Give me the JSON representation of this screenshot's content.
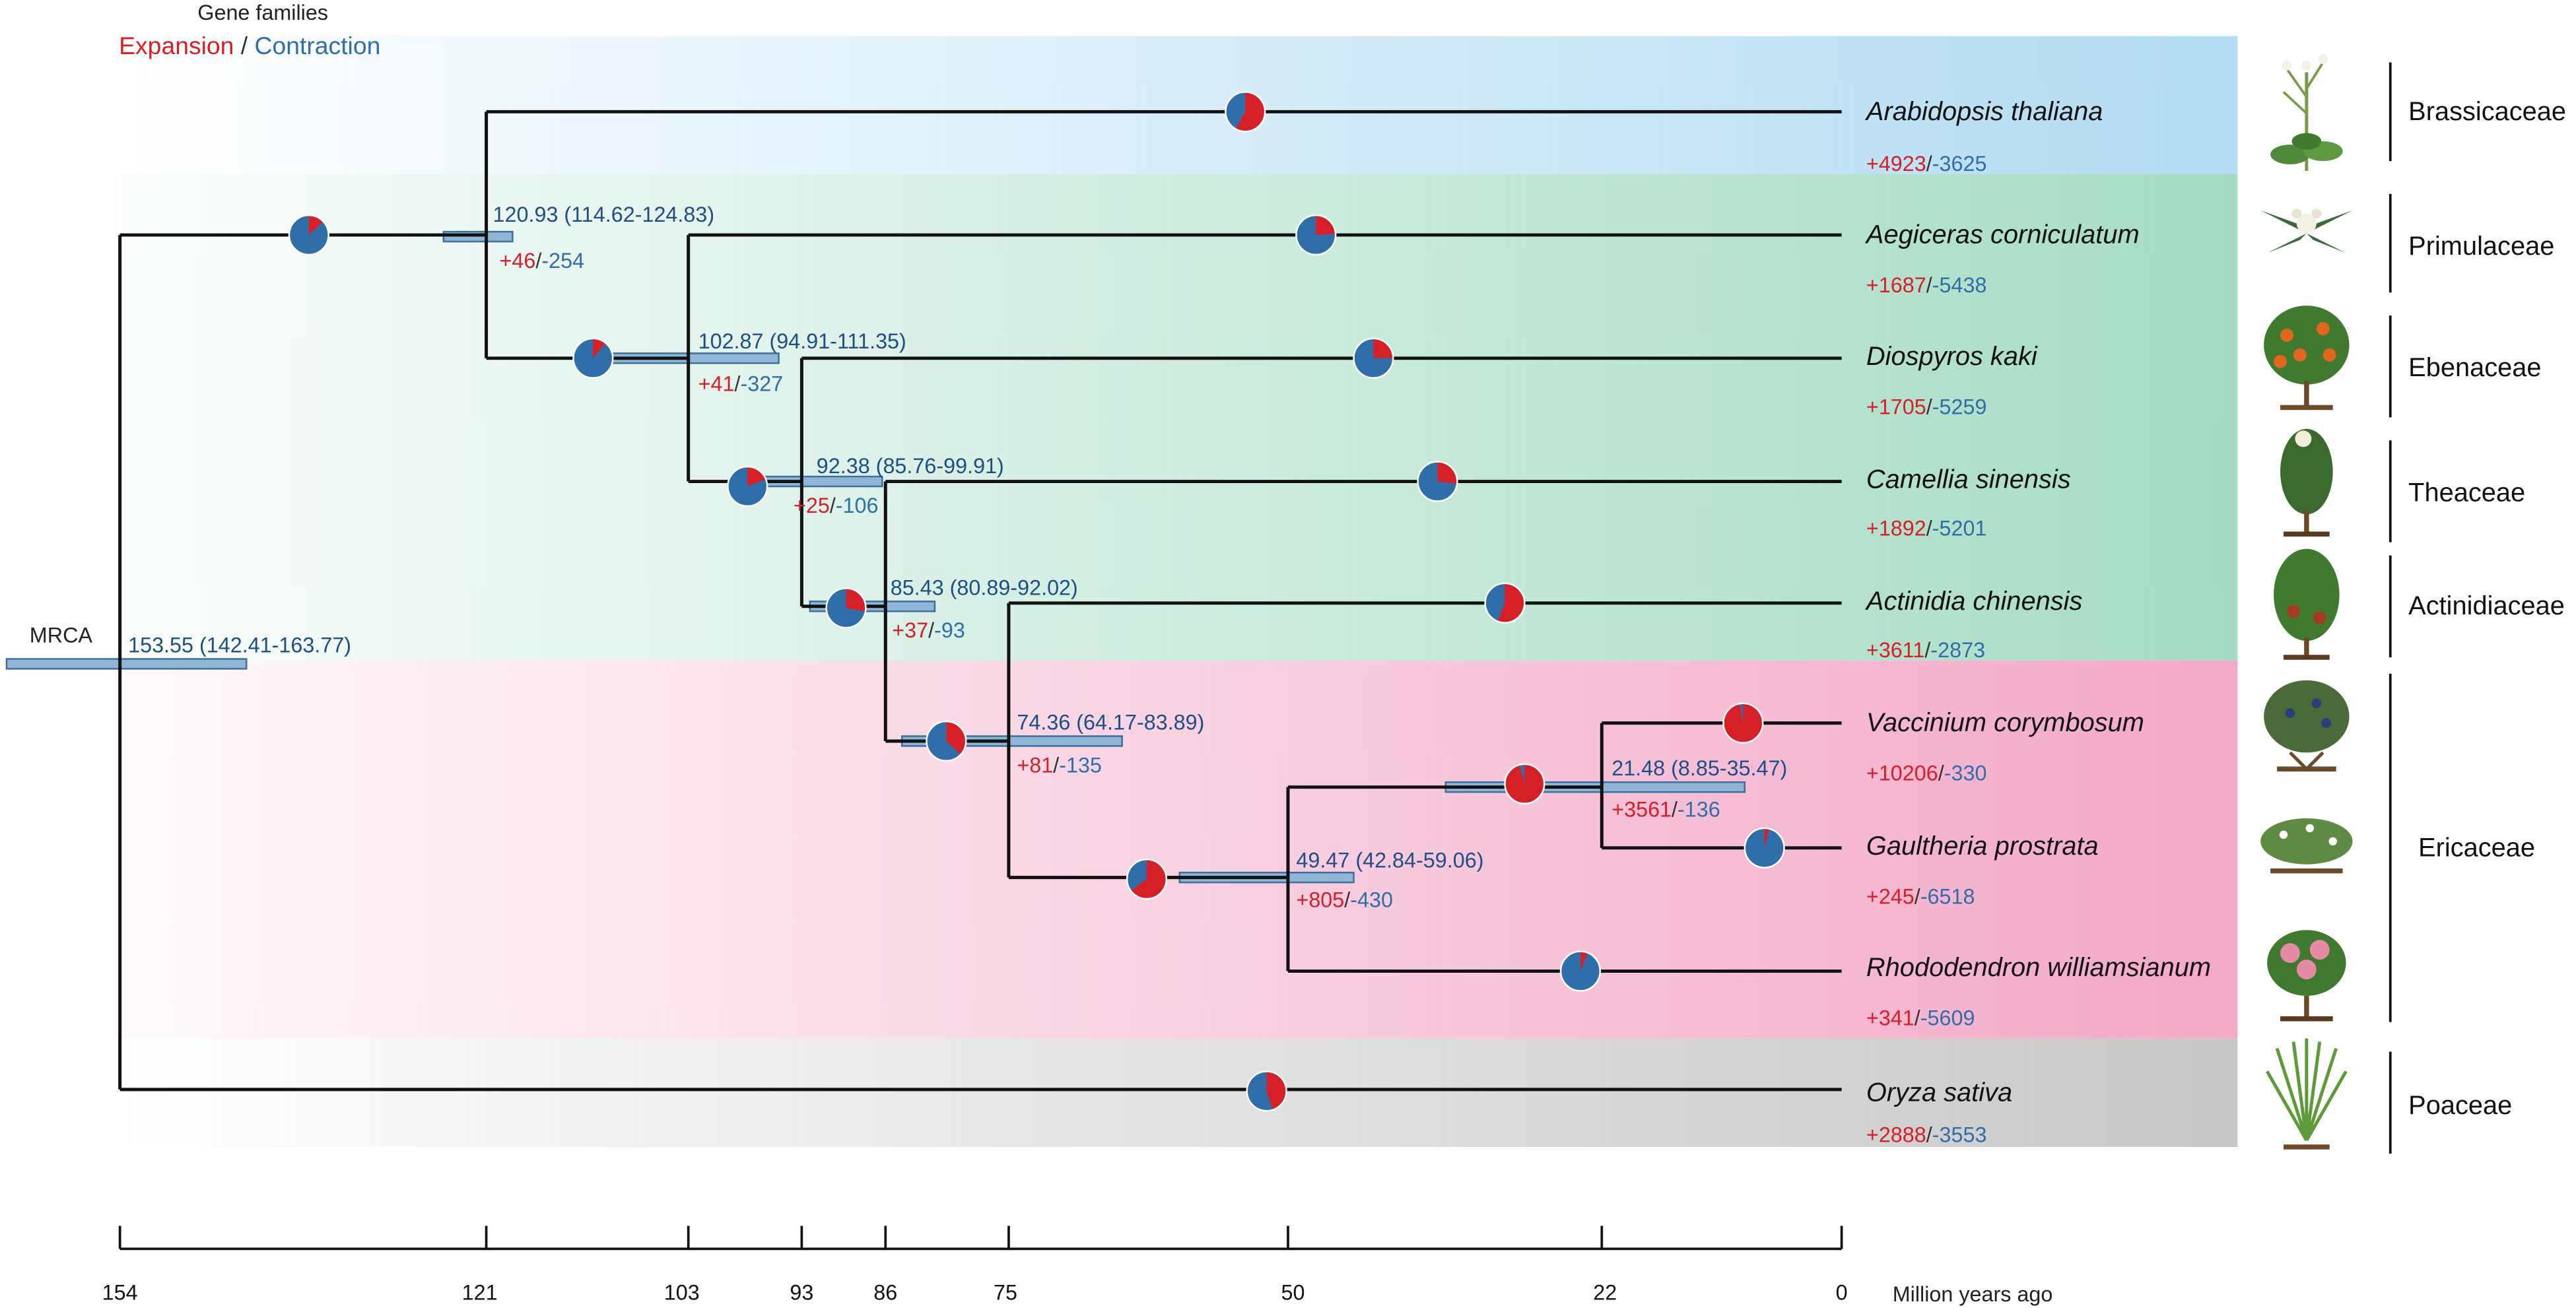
{
  "legend": {
    "title": "Gene families",
    "expansion": "Expansion",
    "separator": " / ",
    "contraction": "Contraction",
    "expansion_color": "#d62027",
    "contraction_color": "#2f6ea8"
  },
  "root_label": "MRCA",
  "nodes": [
    {
      "id": "mrca",
      "age": "153.55 (142.41-163.77)"
    },
    {
      "id": "n1",
      "age": "120.93 (114.62-124.83)",
      "exp": "+46",
      "con": "-254"
    },
    {
      "id": "n2",
      "age": "102.87 (94.91-111.35)",
      "exp": "+41",
      "con": "-327"
    },
    {
      "id": "n3",
      "age": "92.38 (85.76-99.91)",
      "exp": "+25",
      "con": "-106"
    },
    {
      "id": "n4",
      "age": "85.43 (80.89-92.02)",
      "exp": "+37",
      "con": "-93"
    },
    {
      "id": "n5",
      "age": "74.36 (64.17-83.89)",
      "exp": "+81",
      "con": "-135"
    },
    {
      "id": "n6",
      "age": "49.47 (42.84-59.06)",
      "exp": "+805",
      "con": "-430"
    },
    {
      "id": "n7",
      "age": "21.48 (8.85-35.47)",
      "exp": "+3561",
      "con": "-136"
    }
  ],
  "species": [
    {
      "name": "Arabidopsis thaliana",
      "exp": "+4923",
      "con": "-3625"
    },
    {
      "name": "Aegiceras corniculatum",
      "exp": "+1687",
      "con": "-5438"
    },
    {
      "name": "Diospyros kaki",
      "exp": "+1705",
      "con": "-5259"
    },
    {
      "name": "Camellia sinensis",
      "exp": "+1892",
      "con": "-5201"
    },
    {
      "name": "Actinidia chinensis",
      "exp": "+3611",
      "con": "-2873"
    },
    {
      "name": "Vaccinium corymbosum",
      "exp": "+10206",
      "con": "-330"
    },
    {
      "name": "Gaultheria prostrata",
      "exp": "+245",
      "con": "-6518"
    },
    {
      "name": "Rhododendron williamsianum",
      "exp": "+341",
      "con": "-5609"
    },
    {
      "name": "Oryza sativa",
      "exp": "+2888",
      "con": "-3553"
    }
  ],
  "families": [
    {
      "name": "Brassicaceae",
      "band_color": "#b3dcf2"
    },
    {
      "name": "Primulaceae",
      "band_color": "#a6dcc4"
    },
    {
      "name": "Ebenaceae",
      "band_color": "#a6dcc4"
    },
    {
      "name": "Theaceae",
      "band_color": "#a6dcc4"
    },
    {
      "name": "Actinidiaceae",
      "band_color": "#a6dcc4"
    },
    {
      "name": "Ericaceae",
      "band_color": "#f3a9c8"
    },
    {
      "name": "Poaceae",
      "band_color": "#c8c8c8"
    }
  ],
  "axis": {
    "ticks": [
      "154",
      "121",
      "103",
      "93",
      "86",
      "75",
      "50",
      "22",
      "0"
    ],
    "label": "Million years ago"
  },
  "pies": [
    {
      "node": "n1",
      "expansion_fraction": 0.13
    },
    {
      "node": "n2",
      "expansion_fraction": 0.11
    },
    {
      "node": "n3",
      "expansion_fraction": 0.19
    },
    {
      "node": "n4",
      "expansion_fraction": 0.28
    },
    {
      "node": "n5",
      "expansion_fraction": 0.37
    },
    {
      "node": "n6",
      "expansion_fraction": 0.65
    },
    {
      "node": "n7",
      "expansion_fraction": 0.96
    },
    {
      "node": "Arabidopsis thaliana",
      "expansion_fraction": 0.58
    },
    {
      "node": "Aegiceras corniculatum",
      "expansion_fraction": 0.24
    },
    {
      "node": "Diospyros kaki",
      "expansion_fraction": 0.25
    },
    {
      "node": "Camellia sinensis",
      "expansion_fraction": 0.27
    },
    {
      "node": "Actinidia chinensis",
      "expansion_fraction": 0.56
    },
    {
      "node": "Vaccinium corymbosum",
      "expansion_fraction": 0.97
    },
    {
      "node": "Gaultheria prostrata",
      "expansion_fraction": 0.04
    },
    {
      "node": "Rhododendron williamsianum",
      "expansion_fraction": 0.06
    },
    {
      "node": "Oryza sativa",
      "expansion_fraction": 0.45
    }
  ]
}
